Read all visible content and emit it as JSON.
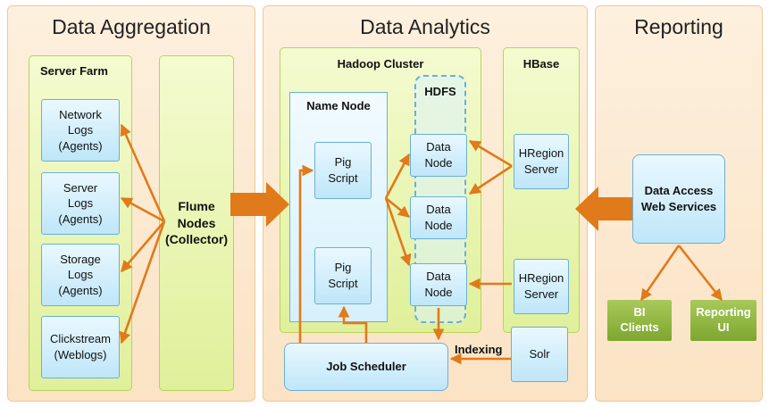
{
  "sections": {
    "aggregation": "Data Aggregation",
    "analytics": "Data Analytics",
    "reporting": "Reporting"
  },
  "server_farm": {
    "title": "Server Farm",
    "network_logs": "Network Logs (Agents)",
    "server_logs": "Server Logs (Agents)",
    "storage_logs": "Storage Logs (Agents)",
    "clickstream": "Clickstream (Weblogs)"
  },
  "flume": {
    "line1": "Flume",
    "line2": "Nodes",
    "line3": "(Collector)"
  },
  "hadoop": {
    "title": "Hadoop Cluster",
    "name_node": "Name Node",
    "pig_script_1": "Pig Script",
    "pig_script_2": "Pig Script",
    "hdfs": "HDFS",
    "data_node_1": "Data Node",
    "data_node_2": "Data Node",
    "data_node_3": "Data Node"
  },
  "hbase": {
    "title": "HBase",
    "hregion_1": "HRegion Server",
    "hregion_2": "HRegion Server"
  },
  "job_scheduler": "Job Scheduler",
  "indexing": "Indexing",
  "solr": "Solr",
  "reporting": {
    "data_access": "Data Access Web Services",
    "bi_clients": "BI Clients",
    "reporting_ui": "Reporting UI"
  },
  "colors": {
    "arrow": "#e07a1a",
    "panel": "#fbe3c4",
    "green_box": "#e0f09a",
    "blue_box": "#bfe6f8",
    "dark_green": "#7ea62f"
  }
}
